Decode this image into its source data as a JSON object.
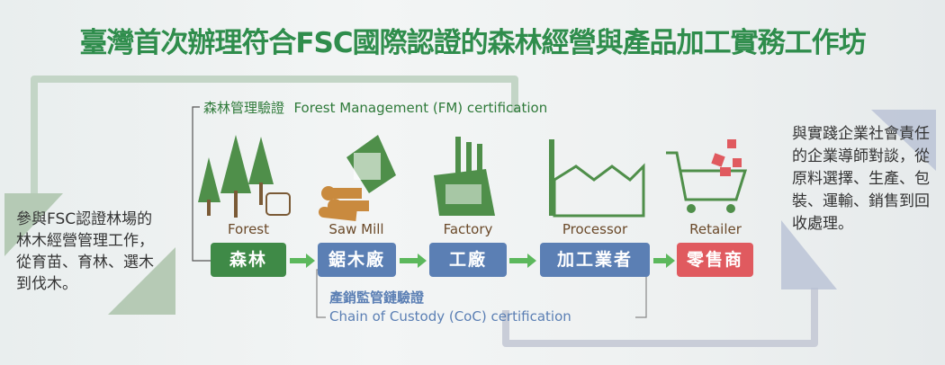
{
  "title": "臺灣首次辦理符合FSC國際認證的森林經營與產品加工實務工作坊",
  "fm_label": {
    "zh": "森林管理驗證",
    "en": "Forest Management (FM) certification"
  },
  "coc_label": {
    "zh": "產銷監管鏈驗證",
    "en": "Chain of Custody (CoC) certification"
  },
  "left_text": "參與FSC認證林場的林木經營管理工作，從育苗、育林、選木到伐木。",
  "right_text": "與實踐企業社會責任的企業導師對談，從原料選擇、生產、包裝、運輸、銷售到回收處理。",
  "stages": [
    {
      "en": "Forest",
      "zh": "森林",
      "color": "#3f8a47",
      "icon": "forest-icon"
    },
    {
      "en": "Saw Mill",
      "zh": "鋸木廠",
      "color": "#5b7fb4",
      "icon": "sawmill-icon"
    },
    {
      "en": "Factory",
      "zh": "工廠",
      "color": "#5b7fb4",
      "icon": "factory-icon"
    },
    {
      "en": "Processor",
      "zh": "加工業者",
      "color": "#5b7fb4",
      "icon": "processor-icon"
    },
    {
      "en": "Retailer",
      "zh": "零售商",
      "color": "#e05a5f",
      "icon": "cart-icon"
    }
  ]
}
